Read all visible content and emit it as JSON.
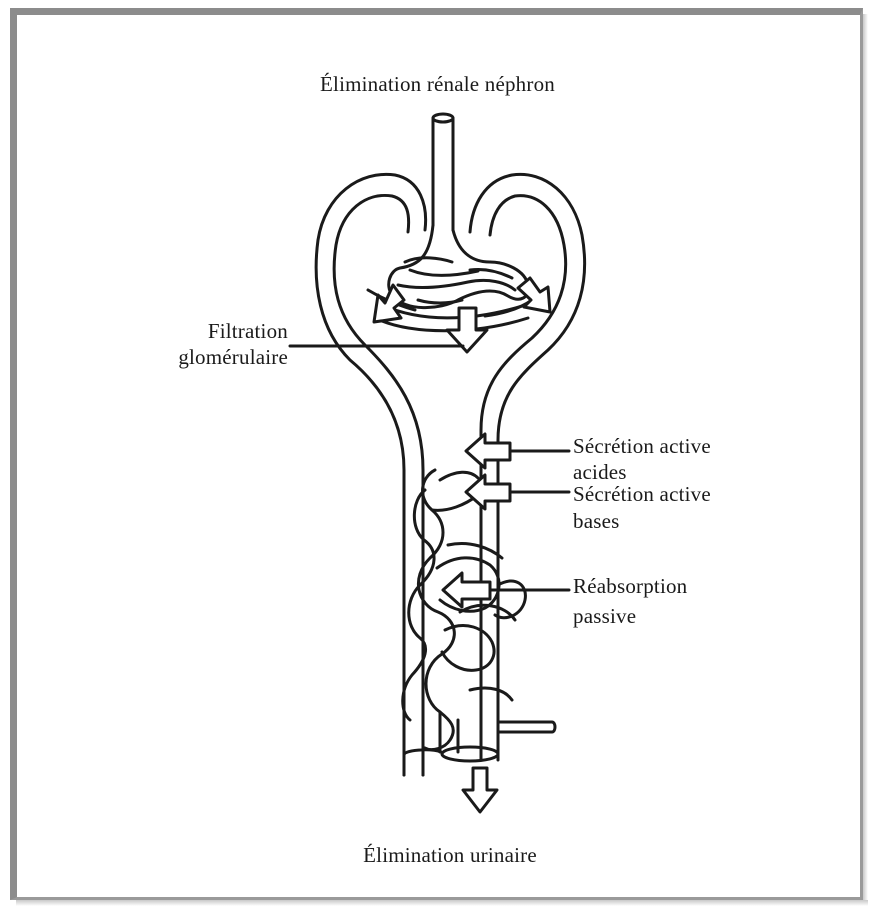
{
  "diagram": {
    "title": "Élimination rénale néphron",
    "labels": {
      "filtration_line1": "Filtration",
      "filtration_line2": "glomérulaire",
      "secretion_acides_line1": "Sécrétion active",
      "secretion_acides_line2": "acides",
      "secretion_bases_line1": "Sécrétion active",
      "secretion_bases_line2": "bases",
      "reabsorption_line1": "Réabsorption",
      "reabsorption_line2": "passive"
    },
    "footer": "Élimination urinaire"
  }
}
